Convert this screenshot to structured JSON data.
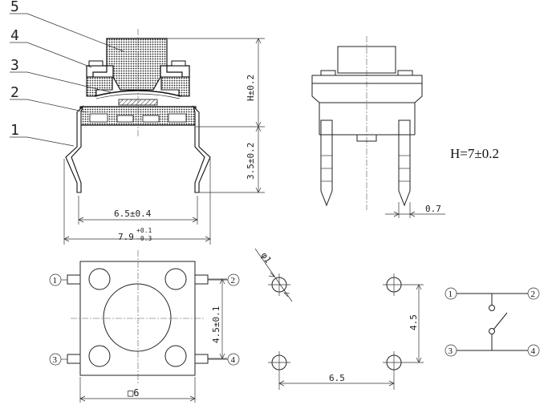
{
  "callouts": [
    "5",
    "4",
    "3",
    "2",
    "1"
  ],
  "dims": {
    "height_label": "H±0.2",
    "leg_label": "3.5±0.2",
    "pin_pitch": "6.5±0.4",
    "overall_width_base": "7.9",
    "overall_width_tol_plus": "+0.1",
    "overall_width_tol_minus": "-0.3",
    "pin_width": "0.7",
    "top_spacing": "4.5±0.1",
    "body_square": "□6",
    "hole_dia": "φ1",
    "pcb_h": "4.5",
    "pcb_w": "6.5"
  },
  "height_note": "H=7±0.2",
  "pin_labels": [
    "1",
    "2",
    "3",
    "4"
  ],
  "schematic_pins": [
    "1",
    "2",
    "3",
    "4"
  ]
}
